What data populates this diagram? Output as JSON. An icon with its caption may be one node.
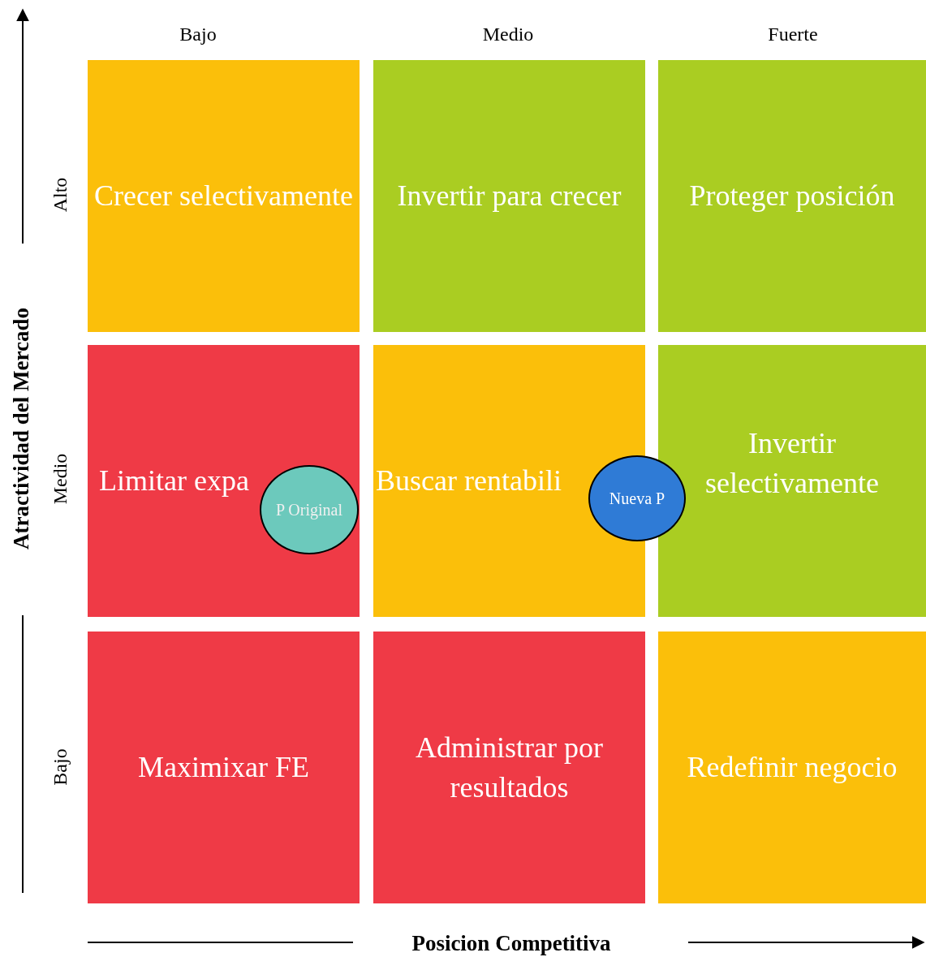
{
  "diagram": {
    "nodes": [
      {
        "text": [
          "Crecer selectivamente"
        ]
      },
      {
        "text": [
          "Invertir para crecer"
        ]
      },
      {
        "text": [
          "Proteger posición"
        ]
      },
      {
        "text": [
          "Limitar expa"
        ]
      },
      {
        "text": [
          "Buscar rentabili"
        ]
      },
      {
        "text": [
          "Invertir selectivamente"
        ]
      },
      {
        "text": [
          "Maximixar FE"
        ]
      },
      {
        "text": [
          "Administrar por resultados"
        ]
      },
      {
        "text": [
          "Redefinir negocio"
        ]
      },
      {
        "text": [
          "P Original"
        ],
        "in": 3
      },
      {
        "text": [
          "Nueva P"
        ]
      }
    ],
    "labels": [
      "Bajo",
      "Medio",
      "Fuerte",
      "Alto",
      "Medio",
      "Bajo",
      "Atractividad del Mercado",
      "Posicion Competitiva"
    ]
  }
}
